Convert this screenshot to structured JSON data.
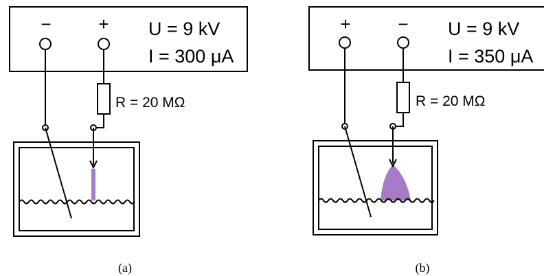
{
  "panels": [
    {
      "id": "a",
      "left_terminal_sign": "−",
      "right_terminal_sign": "+",
      "voltage_label": "U = 9 kV",
      "current_label": "I = 300 μA",
      "resistor_label": "R = 20 MΩ",
      "caption": "(a)",
      "discharge": "thin column"
    },
    {
      "id": "b",
      "left_terminal_sign": "+",
      "right_terminal_sign": "−",
      "voltage_label": "U = 9 kV",
      "current_label": "I = 350 μA",
      "resistor_label": "R = 20 MΩ",
      "caption": "(b)",
      "discharge": "wide plume"
    }
  ],
  "colors": {
    "discharge": "#a77cc6",
    "line": "#000000"
  }
}
